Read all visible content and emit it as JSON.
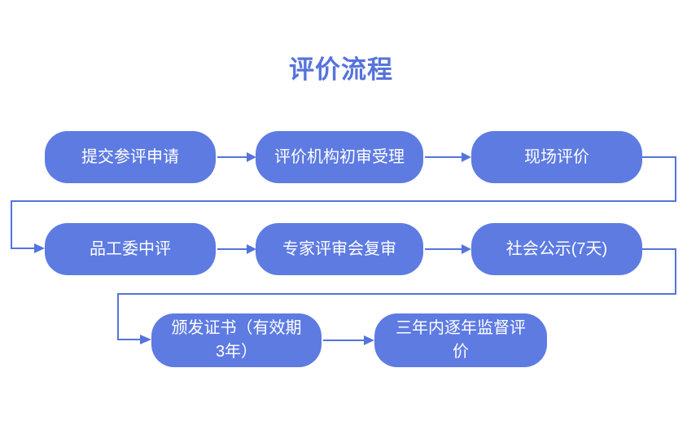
{
  "title": {
    "text": "评价流程"
  },
  "flow": {
    "nodes": [
      {
        "id": "submit-application",
        "label": "提交参评申请"
      },
      {
        "id": "agency-initial-review",
        "label": "评价机构初审受理"
      },
      {
        "id": "onsite-evaluation",
        "label": "现场评价"
      },
      {
        "id": "committee-mid-evaluation",
        "label": "品工委中评"
      },
      {
        "id": "expert-panel-rereview",
        "label": "专家评审会复审"
      },
      {
        "id": "public-announcement",
        "label": "社会公示(7天)"
      },
      {
        "id": "certificate-issuance",
        "label": "颁发证书（有效期3年）"
      },
      {
        "id": "annual-supervision",
        "label": "三年内逐年监督评价"
      }
    ],
    "connections": [
      "提交参评申请 → 评价机构初审受理",
      "评价机构初审受理 → 现场评价",
      "现场评价 → 品工委中评",
      "品工委中评 → 专家评审会复审",
      "专家评审会复审 → 社会公示(7天)",
      "社会公示(7天) → 颁发证书（有效期3年）",
      "颁发证书（有效期3年） → 三年内逐年监督评价"
    ]
  },
  "colors": {
    "background": "#FFFFFF",
    "title_text": "#5673DC",
    "node_fill": "#5E7BE2",
    "node_text": "#FFFFFF",
    "connector": "#5474DC"
  }
}
